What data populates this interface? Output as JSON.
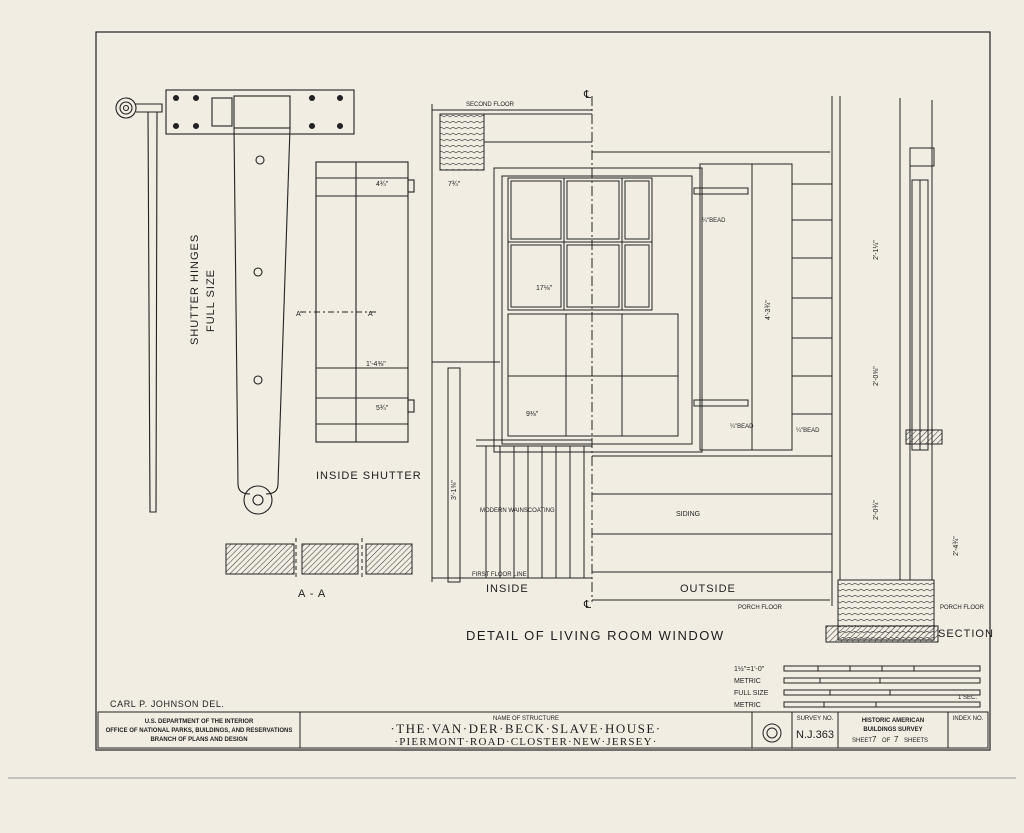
{
  "labels": {
    "hinge_title": "SHUTTER HINGES",
    "hinge_sub": "FULL SIZE",
    "inside_shutter": "INSIDE SHUTTER",
    "section_aa": "A - A",
    "cut_a_left": "A",
    "cut_a_right": "A",
    "second_floor": "SECOND FLOOR",
    "first_floor_line": "FIRST FLOOR LINE",
    "porch_floor": "PORCH FLOOR",
    "porch_floor_right": "PORCH FLOOR",
    "modern_wainscoating": "MODERN WAINSCOATING",
    "siding": "SIDING",
    "inside": "INSIDE",
    "outside": "OUTSIDE",
    "section": "SECTION",
    "detail_title": "DETAIL OF LIVING ROOM WINDOW",
    "centerline_top": "℄",
    "centerline_bottom": "℄",
    "bead_top": "¼\"BEAD",
    "bead_bottom": "¼\"BEAD",
    "bead_right": "¼\"BEAD",
    "drafter": "CARL P. JOHNSON DEL."
  },
  "dims": {
    "d_7_3_4": "7¾\"",
    "d_17_1_8": "17⅛\"",
    "d_9_3_8": "9⅜\"",
    "d_4_3_4": "4¾\"",
    "d_5_3_4": "5¾\"",
    "d_1_4_3_8": "1'-4⅜\"",
    "d_4_3_4_window": "4'-3¾\"",
    "d_3_1_3_8": "3'-1⅜\"",
    "d_2_1_1_4": "2'-1¼\"",
    "d_2_0_5_8": "2'-0⅝\"",
    "d_2_0_3_4": "2'-0¾\"",
    "d_2_4_3_4": "2'-4¾\""
  },
  "scale": {
    "rows": [
      "1½\"=1'-0\"",
      "METRIC",
      "FULL SIZE",
      "METRIC"
    ],
    "note": "1 SEC."
  },
  "title_block": {
    "agency_1": "U.S. DEPARTMENT OF THE INTERIOR",
    "agency_2": "OFFICE OF NATIONAL PARKS, BUILDINGS, AND RESERVATIONS",
    "agency_3": "BRANCH OF PLANS AND DESIGN",
    "name_label": "NAME OF STRUCTURE",
    "name": "·THE·VAN·DER·BECK·SLAVE·HOUSE·",
    "location": "·PIERMONT·ROAD·CLOSTER·NEW·JERSEY·",
    "survey_label": "SURVEY NO.",
    "survey": "N.J.363",
    "habs_1": "HISTORIC AMERICAN",
    "habs_2": "BUILDINGS SURVEY",
    "sheet_word": "SHEET",
    "sheet_no": "7",
    "of_word": "OF",
    "sheet_total": "7",
    "sheets_word": "SHEETS",
    "index_label": "INDEX NO."
  }
}
